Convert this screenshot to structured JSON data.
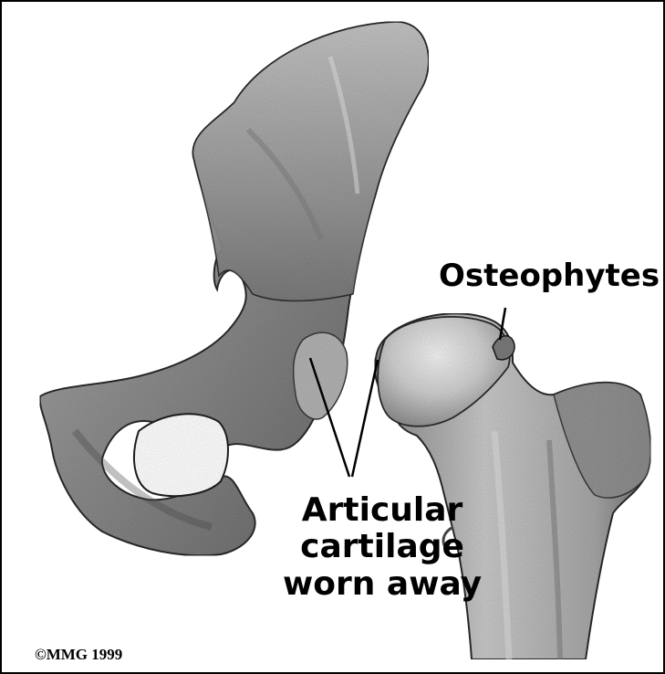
{
  "labels": {
    "osteophytes": "Osteophytes",
    "articular_line1": "Articular",
    "articular_line2": "cartilage",
    "articular_line3": "worn away"
  },
  "copyright": "©MMG 1999",
  "colors": {
    "border": "#000000",
    "background": "#ffffff",
    "bone_light": "#d8d8d8",
    "bone_mid": "#9a9a9a",
    "bone_dark": "#5a5a5a"
  }
}
